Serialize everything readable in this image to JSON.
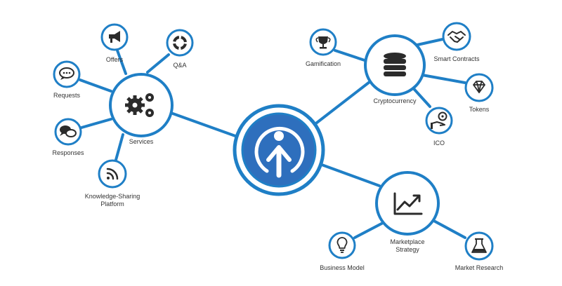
{
  "theme": {
    "accent": "#1f7fc6",
    "center_fill": "#2e6fbd",
    "icon": "#2b2b2b",
    "label": "#333333"
  },
  "center": {
    "icon": "person-arrow-up-logo-icon"
  },
  "hubs": {
    "services": {
      "label": "Services",
      "icon": "gears-icon"
    },
    "cryptocurrency": {
      "label": "Cryptocurrency",
      "icon": "coin-stack-icon"
    },
    "marketplace": {
      "label_line1": "Marketplace",
      "label_line2": "Strategy",
      "icon": "trend-chart-icon"
    }
  },
  "leaves": {
    "offers": {
      "label": "Offers",
      "icon": "megaphone-icon"
    },
    "qa": {
      "label": "Q&A",
      "icon": "lifebuoy-icon"
    },
    "requests": {
      "label": "Requests",
      "icon": "chat-bubble-icon"
    },
    "responses": {
      "label": "Responses",
      "icon": "chat-bubbles-icon"
    },
    "knowledge": {
      "label_line1": "Knowledge-Sharing",
      "label_line2": "Platform",
      "icon": "rss-icon"
    },
    "gamification": {
      "label": "Gamification",
      "icon": "trophy-icon"
    },
    "smart_contracts": {
      "label": "Smart Contracts",
      "icon": "handshake-icon"
    },
    "tokens": {
      "label": "Tokens",
      "icon": "diamond-icon"
    },
    "ico": {
      "label": "ICO",
      "icon": "coin-hand-icon"
    },
    "business_model": {
      "label": "Business Model",
      "icon": "lightbulb-icon"
    },
    "market_research": {
      "label": "Market Research",
      "icon": "flask-icon"
    }
  }
}
